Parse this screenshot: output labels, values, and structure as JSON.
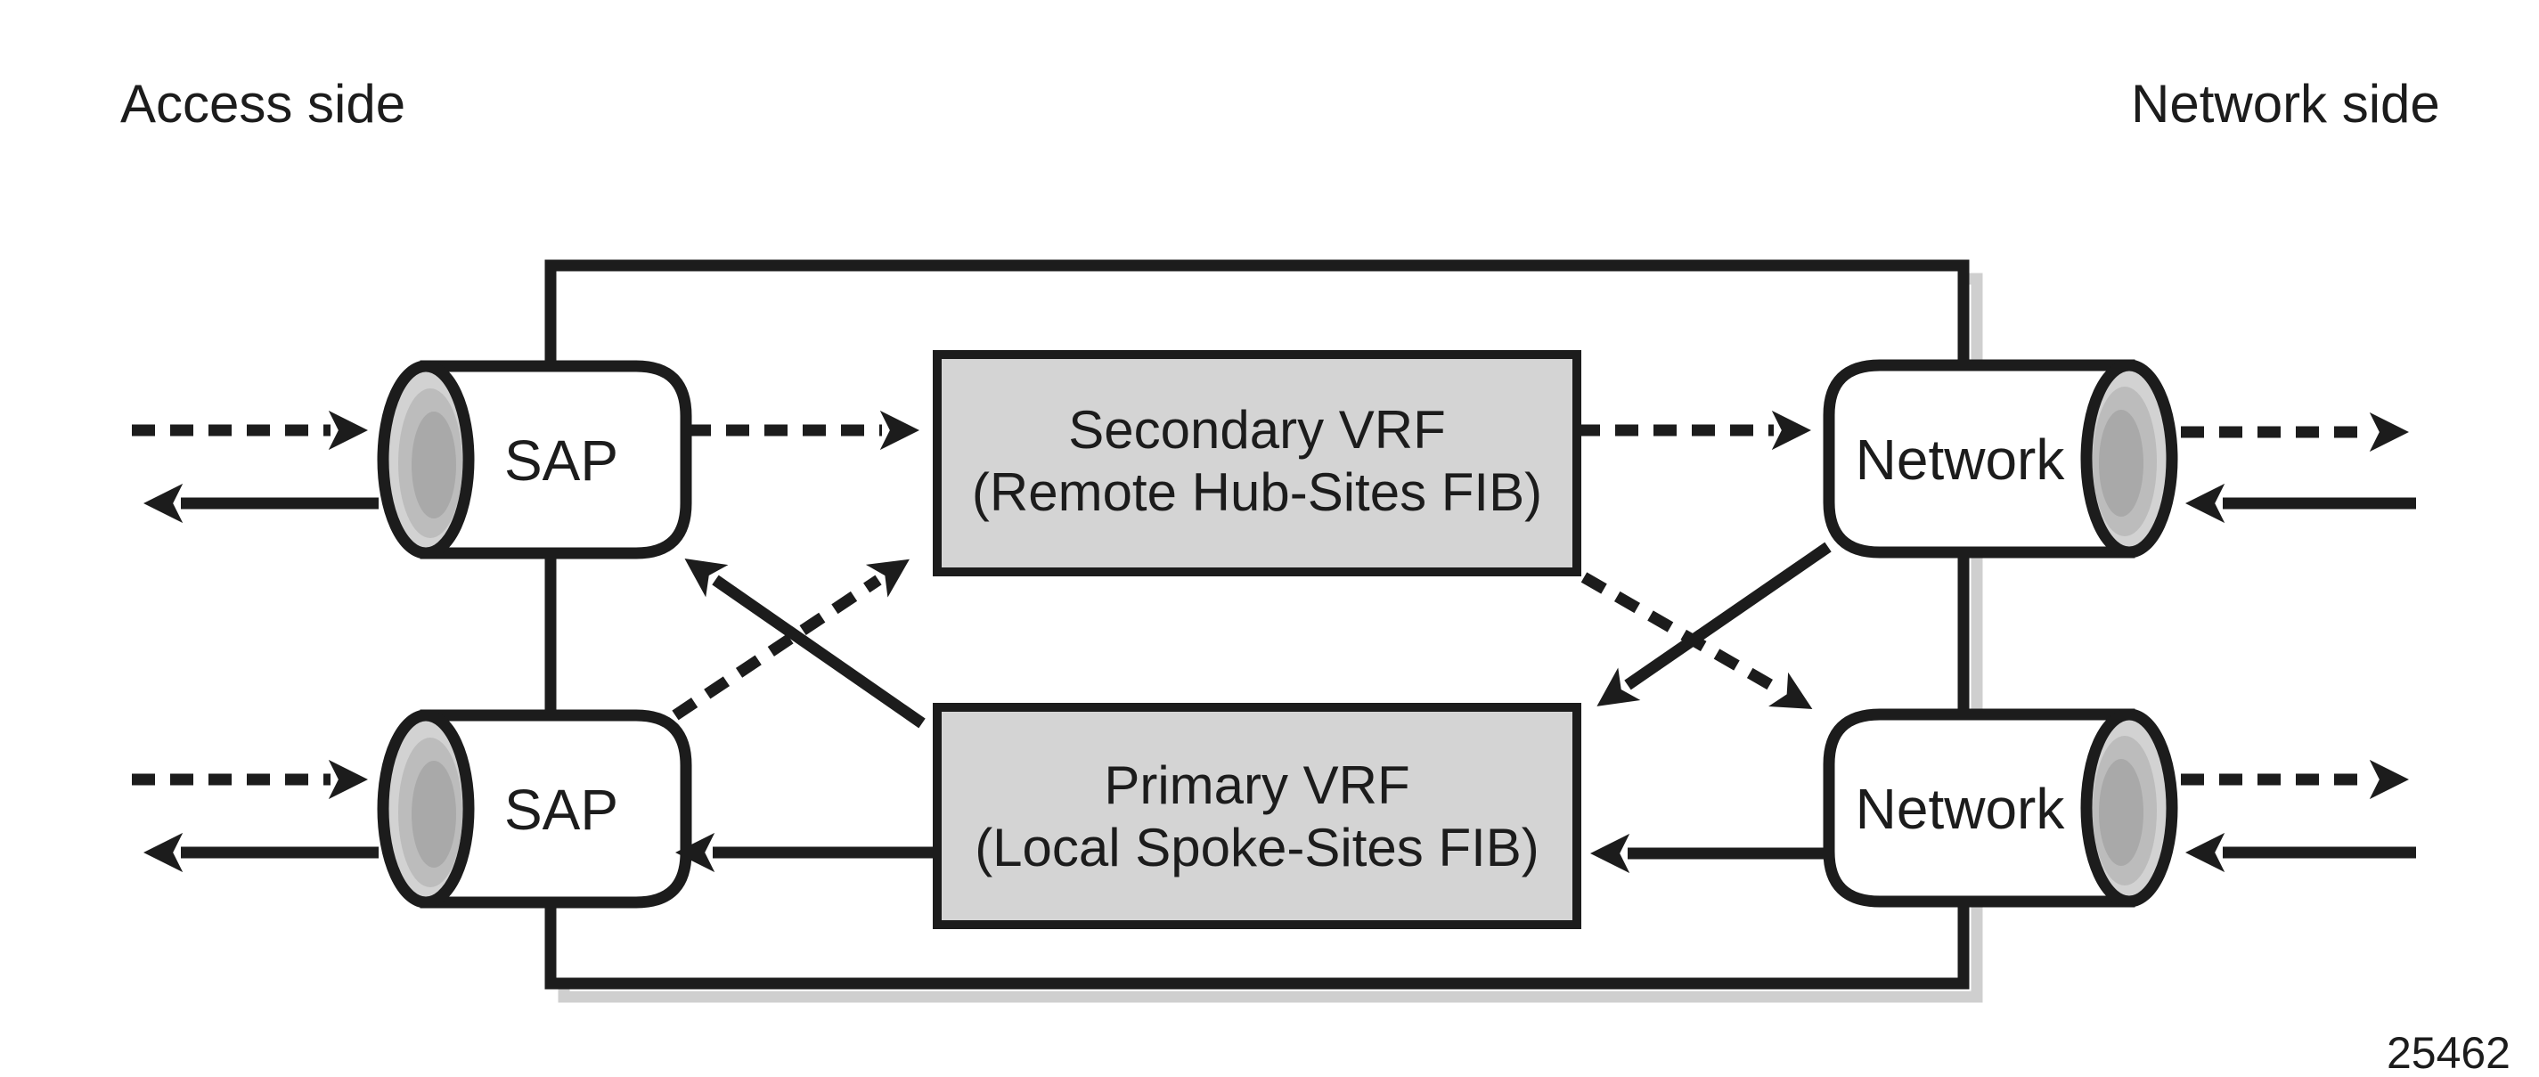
{
  "figure": {
    "access_side_label": "Access side",
    "network_side_label": "Network side",
    "figure_number": "25462"
  },
  "router": {
    "sap_top_label": "SAP",
    "sap_bottom_label": "SAP",
    "network_top_label": "Network",
    "network_bottom_label": "Network",
    "secondary_vrf": {
      "title": "Secondary VRF",
      "subtitle": "(Remote Hub-Sites FIB)"
    },
    "primary_vrf": {
      "title": "Primary VRF",
      "subtitle": "(Local Spoke-Sites FIB)"
    }
  },
  "colors": {
    "background": "#ffffff",
    "line": "#1c1c1c",
    "vrf_fill": "#d4d4d4",
    "chassis_fill": "#ffffff",
    "chassis_shadow": "#cfcfcf",
    "port_fill": "#ffffff",
    "port_ring_outer": "#d2d2d2",
    "port_ring_mid": "#bcbcbc",
    "port_ring_inner": "#a9a9a9"
  },
  "flows": {
    "ingress_dashed": [
      "Access side -> SAP (top)",
      "Access side -> SAP (bottom)",
      "SAP (top) -> Secondary VRF",
      "SAP (bottom) -> Secondary VRF",
      "Secondary VRF -> Network (top)",
      "Secondary VRF -> Network (bottom)",
      "Network (top) -> Network side",
      "Network (bottom) -> Network side"
    ],
    "egress_solid": [
      "Network side -> Network (top)",
      "Network side -> Network (bottom)",
      "Network (top) -> Primary VRF",
      "Network (bottom) -> Primary VRF",
      "Primary VRF -> SAP (top)",
      "Primary VRF -> SAP (bottom)",
      "SAP (top) -> Access side",
      "SAP (bottom) -> Access side"
    ]
  }
}
